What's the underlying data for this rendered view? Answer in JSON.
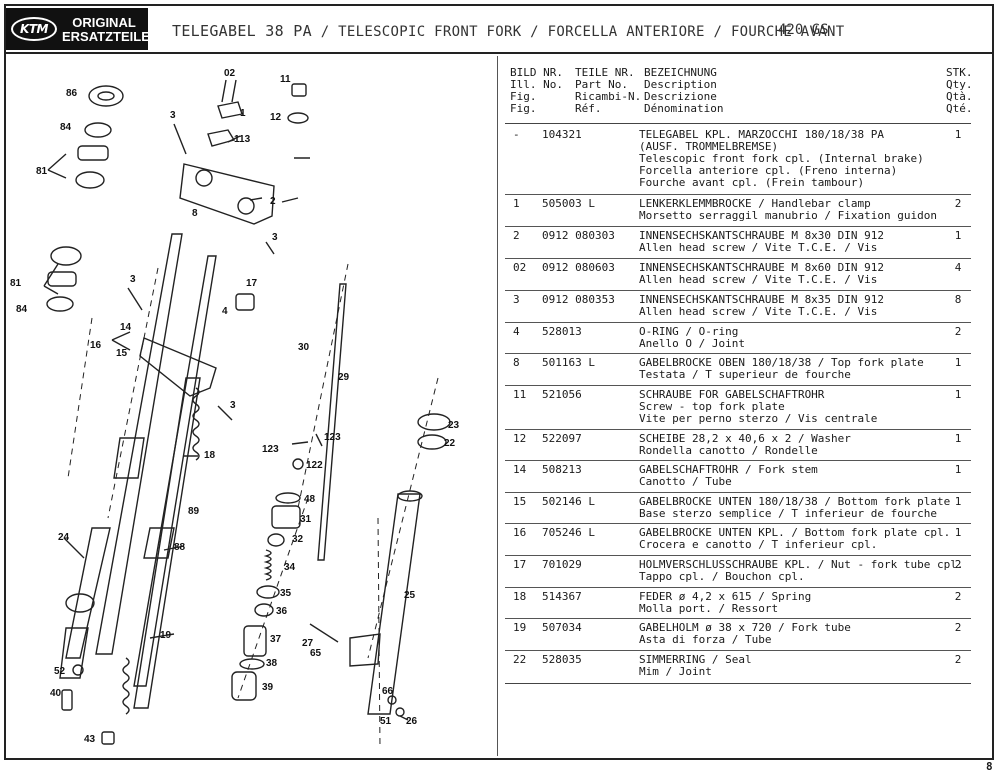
{
  "header": {
    "logo_mark": "KTM",
    "logo_line1": "ORIGINAL",
    "logo_line2": "ERSATZTEILE",
    "title_main": "TELEGABEL 38 PA",
    "title_rest": " / TELESCOPIC FRONT FORK / FORCELLA ANTERIORE / FOURCHE AVANT",
    "model": "420 GS"
  },
  "table": {
    "col_fig": "BILD NR.\nIll. No.\nFig.\nFig.",
    "col_part": "TEILE NR.\nPart No.\nRicambi-N.\nRéf.",
    "col_desc": "BEZEICHNUNG\nDescription\nDescrizione\nDénomination",
    "col_qty": "STK.\nQty.\nQtà.\nQté.",
    "rows": [
      {
        "fig": "-",
        "part": "104321",
        "qty": "1",
        "lines": [
          "TELEGABEL KPL. MARZOCCHI 180/18/38 PA",
          "(AUSF. TROMMELBREMSE)",
          "Telescopic front fork cpl. (Internal brake)",
          "Forcella anteriore cpl. (Freno interna)",
          "Fourche avant cpl. (Frein tambour)"
        ]
      },
      {
        "fig": "1",
        "part": "505003 L",
        "qty": "2",
        "lines": [
          "LENKERKLEMMBROCKE / Handlebar clamp",
          "Morsetto serraggil manubrio / Fixation guidon"
        ]
      },
      {
        "fig": "2",
        "part": "0912 080303",
        "qty": "1",
        "lines": [
          "INNENSECHSKANTSCHRAUBE M 8x30 DIN 912",
          "Allen head screw / Vite T.C.E. / Vis"
        ]
      },
      {
        "fig": "02",
        "part": "0912 080603",
        "qty": "4",
        "lines": [
          "INNENSECHSKANTSCHRAUBE M 8x60 DIN 912",
          "Allen head screw / Vite T.C.E. / Vis"
        ]
      },
      {
        "fig": "3",
        "part": "0912 080353",
        "qty": "8",
        "lines": [
          "INNENSECHSKANTSCHRAUBE M 8x35 DIN 912",
          "Allen head screw / Vite T.C.E. / Vis"
        ]
      },
      {
        "fig": "4",
        "part": "528013",
        "qty": "2",
        "lines": [
          "O-RING / O-ring",
          "Anello O / Joint"
        ]
      },
      {
        "fig": "8",
        "part": "501163 L",
        "qty": "1",
        "lines": [
          "GABELBROCKE OBEN 180/18/38 / Top fork plate",
          "Testata / T superieur de fourche"
        ]
      },
      {
        "fig": "11",
        "part": "521056",
        "qty": "1",
        "lines": [
          "SCHRAUBE FOR GABELSCHAFTROHR",
          "Screw - top fork plate",
          "Vite per perno sterzo / Vis centrale"
        ]
      },
      {
        "fig": "12",
        "part": "522097",
        "qty": "1",
        "lines": [
          "SCHEIBE 28,2 x 40,6 x 2 / Washer",
          "Rondella canotto / Rondelle"
        ]
      },
      {
        "fig": "14",
        "part": "508213",
        "qty": "1",
        "lines": [
          "GABELSCHAFTROHR / Fork stem",
          "Canotto / Tube"
        ]
      },
      {
        "fig": "15",
        "part": "502146 L",
        "qty": "1",
        "lines": [
          "GABELBROCKE UNTEN 180/18/38 / Bottom fork plate",
          "Base sterzo semplice / T inferieur de fourche"
        ]
      },
      {
        "fig": "16",
        "part": "705246 L",
        "qty": "1",
        "lines": [
          "GABELBROCKE UNTEN KPL. / Bottom fork plate cpl.",
          "Crocera e canotto / T inferieur cpl."
        ]
      },
      {
        "fig": "17",
        "part": "701029",
        "qty": "2",
        "lines": [
          "HOLMVERSCHLUSSCHRAUBE KPL. / Nut - fork tube cpl.",
          "Tappo cpl. / Bouchon cpl."
        ]
      },
      {
        "fig": "18",
        "part": "514367",
        "qty": "2",
        "lines": [
          "FEDER ø 4,2 x 615 / Spring",
          "Molla port. / Ressort"
        ]
      },
      {
        "fig": "19",
        "part": "507034",
        "qty": "2",
        "lines": [
          "GABELHOLM ø 38 x 720 / Fork tube",
          "Asta di forza / Tube"
        ]
      },
      {
        "fig": "22",
        "part": "528035",
        "qty": "2",
        "lines": [
          "SIMMERRING / Seal",
          "Mim / Joint"
        ]
      }
    ]
  },
  "callouts": [
    "86",
    "84",
    "81",
    "81",
    "84",
    "02",
    "1",
    "113",
    "3",
    "11",
    "12",
    "8",
    "2",
    "3",
    "17",
    "4",
    "14",
    "15",
    "16",
    "3",
    "30",
    "29",
    "3",
    "18",
    "123",
    "123",
    "122",
    "23",
    "22",
    "48",
    "31",
    "32",
    "34",
    "35",
    "36",
    "37",
    "38",
    "39",
    "27",
    "65",
    "25",
    "24",
    "89",
    "88",
    "19",
    "52",
    "40",
    "43",
    "66",
    "51",
    "26"
  ],
  "page_number": "8"
}
